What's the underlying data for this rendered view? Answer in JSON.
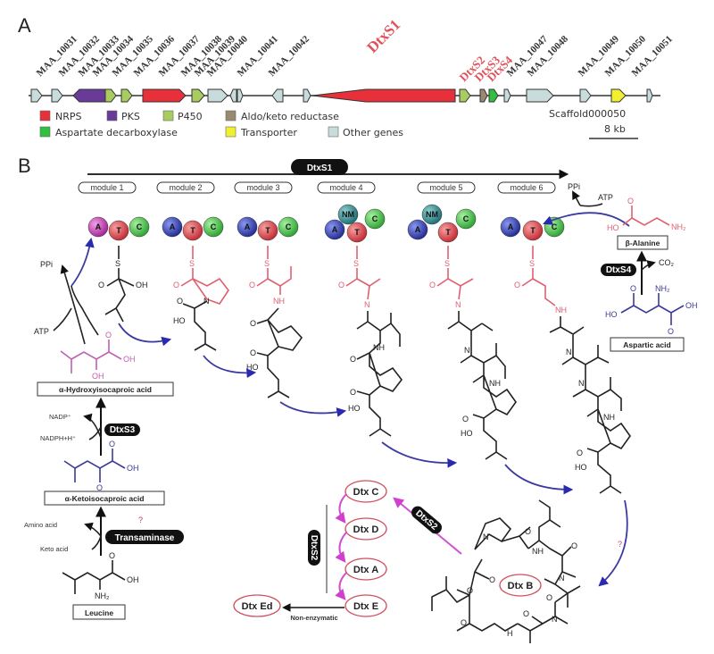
{
  "panel_a": {
    "letter": "A",
    "genes": [
      {
        "name": "MAA_10031",
        "type": "other"
      },
      {
        "name": "MAA_10032",
        "type": "other"
      },
      {
        "name": "MAA_10033",
        "type": "pks"
      },
      {
        "name": "MAA_10034",
        "type": "p450"
      },
      {
        "name": "MAA_10035",
        "type": "p450"
      },
      {
        "name": "MAA_10036",
        "type": "nrps"
      },
      {
        "name": "MAA_10037",
        "type": "p450"
      },
      {
        "name": "MAA_10038",
        "type": "other"
      },
      {
        "name": "MAA_10039",
        "type": "other"
      },
      {
        "name": "MAA_10040",
        "type": "other"
      },
      {
        "name": "MAA_10041",
        "type": "other"
      },
      {
        "name": "MAA_10042",
        "type": "other"
      },
      {
        "name": "DtxS1",
        "type": "nrps"
      },
      {
        "name": "DtxS2",
        "type": "p450"
      },
      {
        "name": "DtxS3",
        "type": "aldo_keto"
      },
      {
        "name": "DtxS4",
        "type": "asp_decarb"
      },
      {
        "name": "MAA_10047",
        "type": "other"
      },
      {
        "name": "MAA_10048",
        "type": "other"
      },
      {
        "name": "MAA_10049",
        "type": "other"
      },
      {
        "name": "MAA_10050",
        "type": "transporter"
      },
      {
        "name": "MAA_10051",
        "type": "other"
      }
    ],
    "legend": [
      {
        "key": "nrps",
        "label": "NRPS",
        "color": "#e8303a"
      },
      {
        "key": "pks",
        "label": "PKS",
        "color": "#6a3a98"
      },
      {
        "key": "p450",
        "label": "P450",
        "color": "#a8cc60"
      },
      {
        "key": "aldo_keto",
        "label": "Aldo/keto reductase",
        "color": "#9a8a70"
      },
      {
        "key": "asp_decarb",
        "label": "Aspartate decarboxylase",
        "color": "#30c040"
      },
      {
        "key": "transporter",
        "label": "Transporter",
        "color": "#f0f030"
      },
      {
        "key": "other",
        "label": "Other genes",
        "color": "#c8dcdc"
      }
    ],
    "scaffold": "Scaffold000050",
    "scale_bar": "8 kb"
  },
  "panel_b": {
    "letter": "B",
    "enzyme_bar": "DtxS1",
    "modules": [
      "module 1",
      "module 2",
      "module 3",
      "module 4",
      "module 5",
      "module 6"
    ],
    "domains": {
      "A": "A",
      "T": "T",
      "C": "C",
      "NM": "NM"
    },
    "colors": {
      "A_first": "#c040b0",
      "A": "#3040b0",
      "T": "#e04050",
      "C": "#40c040",
      "NM": "#2a8a8a"
    },
    "atoms": {
      "S": "S",
      "O": "O",
      "OH": "OH",
      "HO": "HO",
      "N": "N",
      "NH": "NH",
      "H": "H",
      "NH2": "NH₂"
    },
    "left_pathway": {
      "ppi": "PPi",
      "atp": "ATP",
      "hydroxy_acid": "α-Hydroxyisocaproic acid",
      "nadp": "NADP⁺",
      "nadph": "NADPH+H⁺",
      "dtxs3": "DtxS3",
      "keto_acid": "α-Ketoisocaproic acid",
      "amino_acid": "Amino acid",
      "keto_acid_small": "Keto acid",
      "question": "?",
      "transaminase": "Transaminase",
      "leucine": "Leucine"
    },
    "right_pathway": {
      "ppi": "PPi",
      "atp": "ATP",
      "beta_alanine": "β-Alanine",
      "dtxs4": "DtxS4",
      "co2": "CO₂",
      "aspartic_acid": "Aspartic acid",
      "question": "?"
    },
    "products": {
      "dtx_c": "Dtx C",
      "dtx_d": "Dtx D",
      "dtx_a": "Dtx A",
      "dtx_e": "Dtx E",
      "dtx_ed": "Dtx Ed",
      "dtx_b": "Dtx B",
      "dtxs2_diag": "DtxS2",
      "dtxs2_vert": "DtxS2",
      "non_enzymatic": "Non-enzymatic"
    }
  }
}
